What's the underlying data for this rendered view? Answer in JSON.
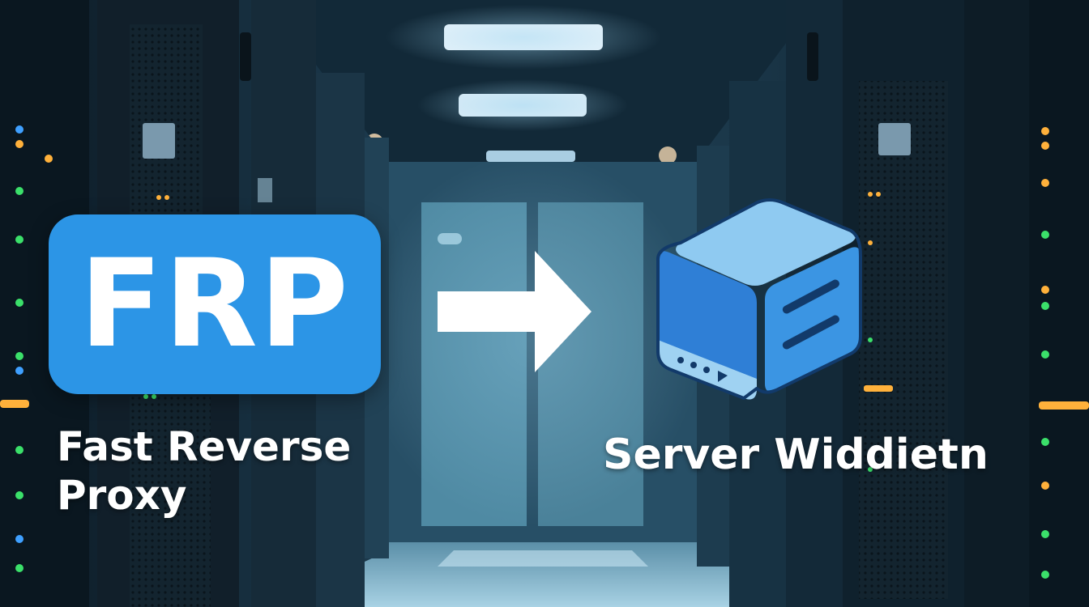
{
  "badge": {
    "text": "FRP",
    "color": "#2c95e6"
  },
  "left_caption": {
    "line1": "Fast Reverse",
    "line2": "Proxy"
  },
  "right_caption": {
    "text": "Server Widdietn"
  },
  "icons": {
    "arrow": "arrow-right-icon",
    "server": "server-box-icon"
  },
  "colors": {
    "background": "#0b1c2a",
    "ceiling_light": "#eaf4fb",
    "server_light": "#8fcaf1",
    "server_mid": "#2f7fd6",
    "server_dark": "#123a6a"
  }
}
